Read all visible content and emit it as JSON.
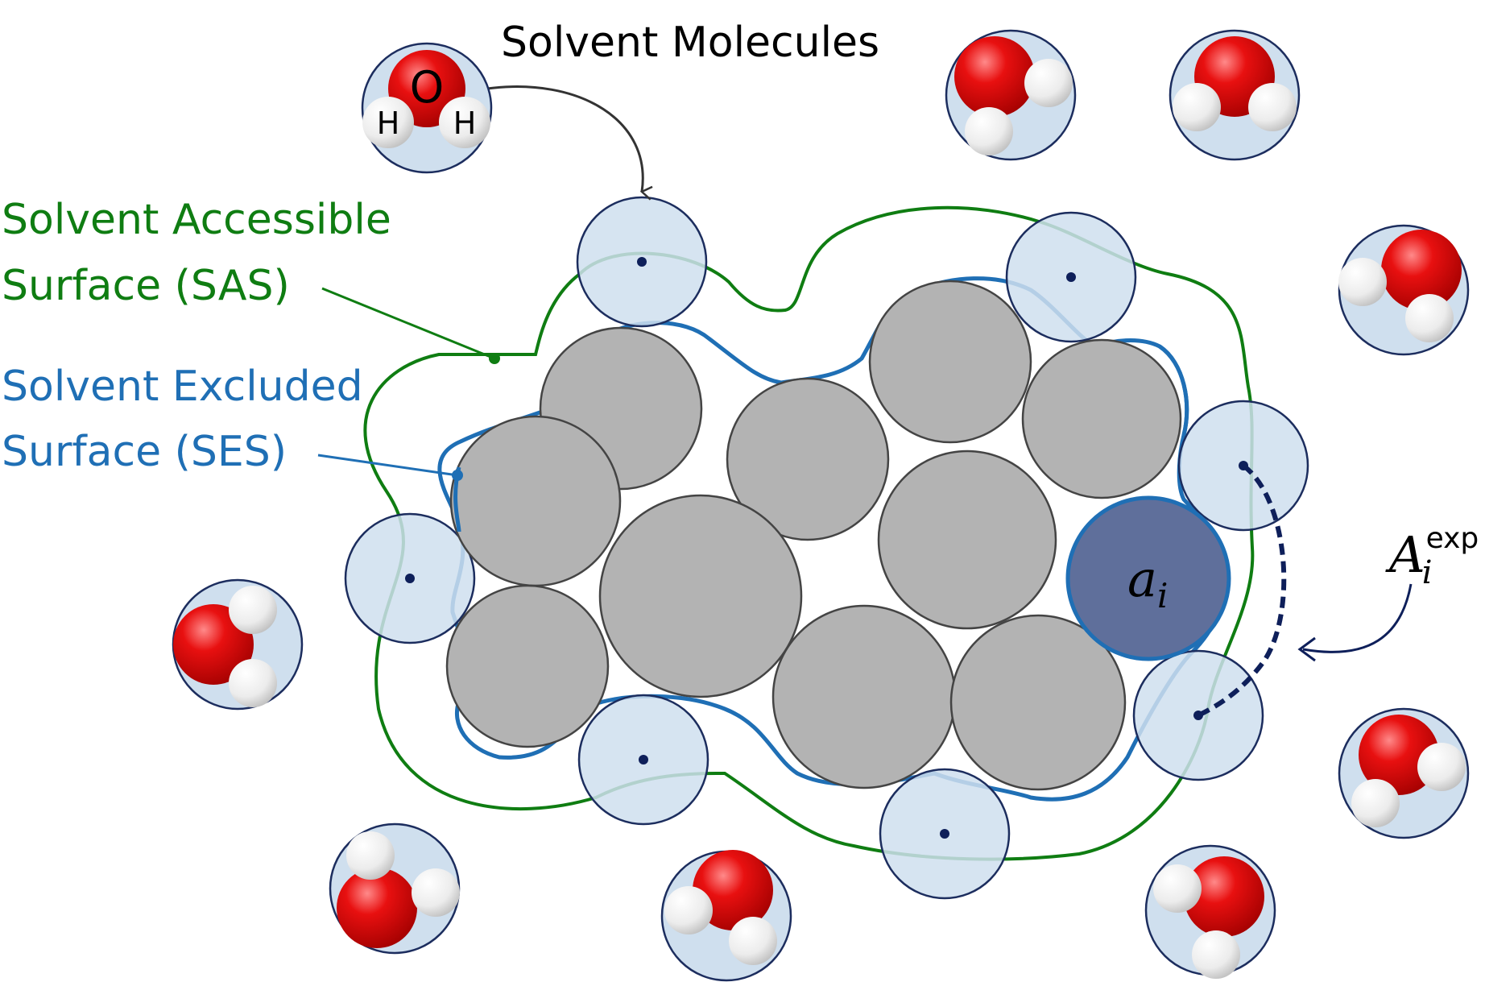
{
  "labels": {
    "solvent_molecules": "Solvent Molecules",
    "sas_line1": "Solvent Accessible",
    "sas_line2": "Surface (SAS)",
    "ses_line1": "Solvent Excluded",
    "ses_line2": "Surface (SES)",
    "atom_symbol": "a",
    "atom_subscript": "i",
    "area_symbol": "A",
    "area_subscript": "i",
    "area_superscript": "exp",
    "oxygen": "O",
    "hydrogen_left": "H",
    "hydrogen_right": "H"
  },
  "colors": {
    "sas_green": "#0f7d12",
    "ses_blue": "#1f6fb5",
    "atom_gray": "#b3b3b3",
    "highlight_atom": "#5f6f9b",
    "probe_fill": "#cfdfee",
    "probe_stroke": "#1c2d5e",
    "oxygen_red": "#e20000",
    "hydrogen_white": "#eeeeee",
    "dash_navy": "#0e1f5a"
  }
}
